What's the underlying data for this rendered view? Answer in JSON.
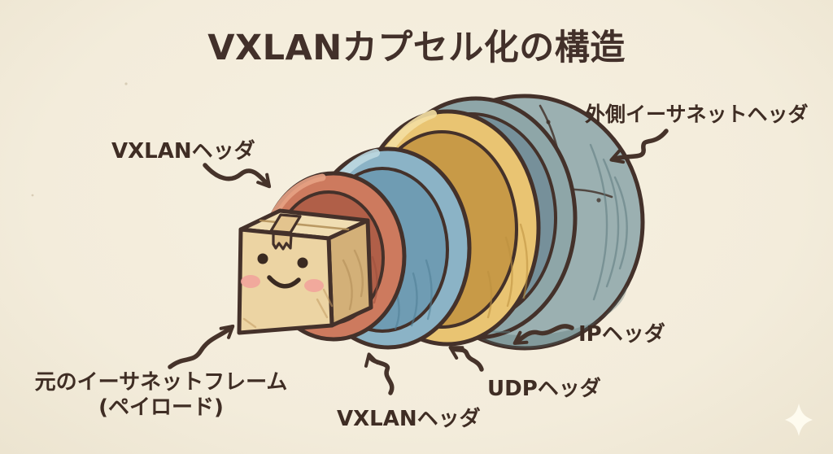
{
  "title": "VXLANカプセル化の構造",
  "labels": {
    "vxlan_header_top": "VXLANヘッダ",
    "outer_ethernet_header": "外側イーサネットヘッダ",
    "original_frame_line1": "元のイーサネットフレーム",
    "original_frame_line2": "(ペイロード)",
    "vxlan_header_bottom": "VXLANヘッダ",
    "udp_header": "UDPヘッダ",
    "ip_header": "IPヘッダ"
  },
  "rings_inner_to_outer": [
    {
      "label": "元のイーサネットフレーム (ペイロード)",
      "depiction": "smiling-cardboard-box",
      "color": "#ecd4a3"
    },
    {
      "label": "VXLANヘッダ",
      "depiction": "red-ring",
      "color": "#cd7a5e"
    },
    {
      "label": "VXLANヘッダ",
      "depiction": "blue-ring",
      "color": "#8bb3c6"
    },
    {
      "label": "UDPヘッダ",
      "depiction": "yellow-ring",
      "color": "#e9c472"
    },
    {
      "label": "IPヘッダ",
      "depiction": "gray-capsule-shell",
      "color": "#9bb0b1"
    },
    {
      "label": "外側イーサネットヘッダ",
      "depiction": "gray-capsule-shell",
      "color": "#9bb0b1"
    }
  ],
  "colors": {
    "background": "#f3ecdb",
    "ink": "#44312a",
    "box_front": "#ecd4a3",
    "box_top": "#f0ddb2",
    "box_side": "#d3b078",
    "tape": "#e3c48e",
    "blush": "#f2a49b",
    "eye": "#3a2a21",
    "ring_red": "#cd7a5e",
    "ring_red_inner": "#b05f48",
    "ring_blue": "#8bb3c6",
    "ring_blue_inner": "#6f9cb3",
    "ring_yellow": "#e9c472",
    "ring_yellow_inner": "#c89a47",
    "shell_gray": "#9bb0b1",
    "shell_rim": "#8ea6a8",
    "shell_rim_inner": "#76909a",
    "sparkle": "#fffdf2"
  }
}
